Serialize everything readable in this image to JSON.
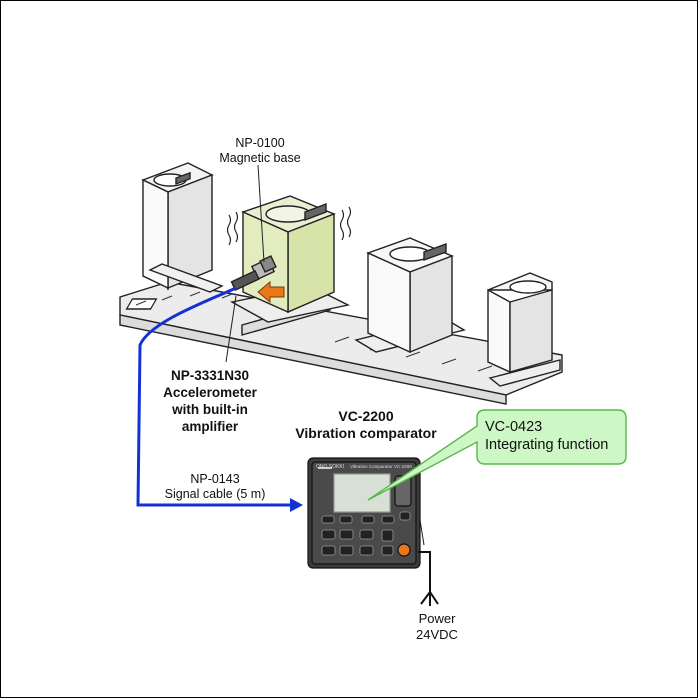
{
  "labels": {
    "magnetic_base_code": "NP-0100",
    "magnetic_base_name": "Magnetic base",
    "accelerometer_code": "NP-3331N30",
    "accelerometer_line1": "Accelerometer",
    "accelerometer_line2": "with built-in",
    "accelerometer_line3": "amplifier",
    "comparator_code": "VC-2200",
    "comparator_name": "Vibration comparator",
    "cable_code": "NP-0143",
    "cable_name": "Signal cable (5 m)",
    "power_line1": "Power",
    "power_line2": "24VDC"
  },
  "callout": {
    "code": "VC-0423",
    "name": "Integrating function"
  },
  "device": {
    "brand": "ONO SOKKI",
    "model_text": "Vibration Comparator VC-2200"
  },
  "colors": {
    "cable": "#1431d6",
    "callout_fill": "#cdf7c4",
    "callout_stroke": "#59b74b",
    "highlight_machine": "#e3ecbf",
    "arrow_orange": "#e8781a"
  }
}
